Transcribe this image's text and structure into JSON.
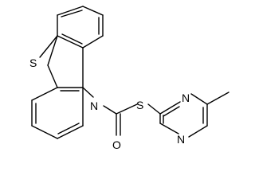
{
  "molecule": {
    "atoms": {
      "s_ring": "S",
      "n_ring": "N",
      "s_thio": "S",
      "o_carbonyl": "O",
      "n_pyr_top": "N",
      "n_pyr_bottom": "N"
    },
    "colors": {
      "bond": "#000000",
      "label": "#000000",
      "background": "#ffffff"
    }
  }
}
